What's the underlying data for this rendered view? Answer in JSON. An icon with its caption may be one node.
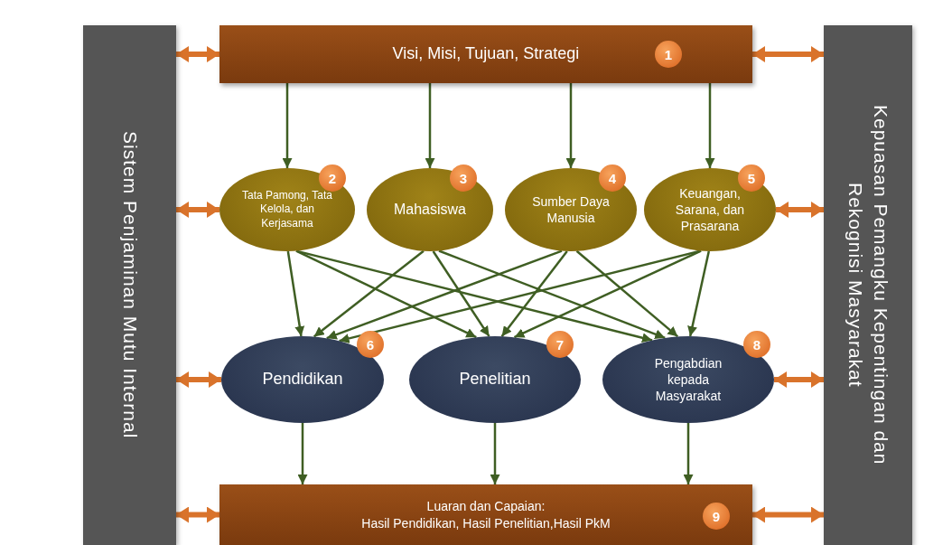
{
  "diagram": {
    "nodes": [
      {
        "text": [
          "Sistem Penjaminan Mutu Internal"
        ]
      },
      {
        "text": [
          "Visi, Misi, Tujuan, Strategi",
          "1"
        ]
      },
      {
        "text": [
          "2",
          "Tata Pamong, Tata Kelola, dan Kerjasama"
        ]
      },
      {
        "text": [
          "3",
          "Mahasiswa"
        ]
      },
      {
        "text": [
          "4",
          "Sumber Daya Manusia"
        ]
      },
      {
        "text": [
          "5",
          "Keuangan, Sarana, dan Prasarana"
        ]
      },
      {
        "text": [
          "6",
          "Pendidikan"
        ]
      },
      {
        "text": [
          "7",
          "Penelitian"
        ]
      },
      {
        "text": [
          "8",
          "Pengabdian kepada Masyarakat"
        ]
      },
      {
        "text": [
          "Luaran dan Capaian:",
          "Hasil Pendidikan, Hasil Penelitian,Hasil PkM",
          "9"
        ]
      },
      {
        "text": [
          "Kepuasan Pemangku Kepentingan dan Rekognisi Masyarakat"
        ]
      }
    ],
    "edges": [
      {
        "from": 0,
        "to": 1,
        "arrow": "both",
        "style": "thick",
        "color": "#d9732b"
      },
      {
        "from": 1,
        "to": 10,
        "arrow": "both",
        "style": "thick",
        "color": "#d9732b"
      },
      {
        "from": 0,
        "to": 2,
        "arrow": "both",
        "style": "thick",
        "color": "#d9732b"
      },
      {
        "from": 5,
        "to": 10,
        "arrow": "both",
        "style": "thick",
        "color": "#d9732b"
      },
      {
        "from": 0,
        "to": 6,
        "arrow": "both",
        "style": "thick",
        "color": "#d9732b"
      },
      {
        "from": 8,
        "to": 10,
        "arrow": "both",
        "style": "thick",
        "color": "#d9732b"
      },
      {
        "from": 0,
        "to": 9,
        "arrow": "both",
        "style": "thick",
        "color": "#d9732b"
      },
      {
        "from": 9,
        "to": 10,
        "arrow": "both",
        "style": "thick",
        "color": "#d9732b"
      },
      {
        "from": 1,
        "to": 2,
        "arrow": "to"
      },
      {
        "from": 1,
        "to": 3,
        "arrow": "to"
      },
      {
        "from": 1,
        "to": 4,
        "arrow": "to"
      },
      {
        "from": 1,
        "to": 5,
        "arrow": "to"
      },
      {
        "from": 2,
        "to": 6,
        "arrow": "to"
      },
      {
        "from": 2,
        "to": 7,
        "arrow": "to"
      },
      {
        "from": 2,
        "to": 8,
        "arrow": "to"
      },
      {
        "from": 3,
        "to": 6,
        "arrow": "to"
      },
      {
        "from": 3,
        "to": 7,
        "arrow": "to"
      },
      {
        "from": 3,
        "to": 8,
        "arrow": "to"
      },
      {
        "from": 4,
        "to": 6,
        "arrow": "to"
      },
      {
        "from": 4,
        "to": 7,
        "arrow": "to"
      },
      {
        "from": 4,
        "to": 8,
        "arrow": "to"
      },
      {
        "from": 5,
        "to": 6,
        "arrow": "to"
      },
      {
        "from": 5,
        "to": 7,
        "arrow": "to"
      },
      {
        "from": 5,
        "to": 8,
        "arrow": "to"
      },
      {
        "from": 6,
        "to": 9,
        "arrow": "to"
      },
      {
        "from": 7,
        "to": 9,
        "arrow": "to"
      },
      {
        "from": 8,
        "to": 9,
        "arrow": "to"
      }
    ]
  }
}
